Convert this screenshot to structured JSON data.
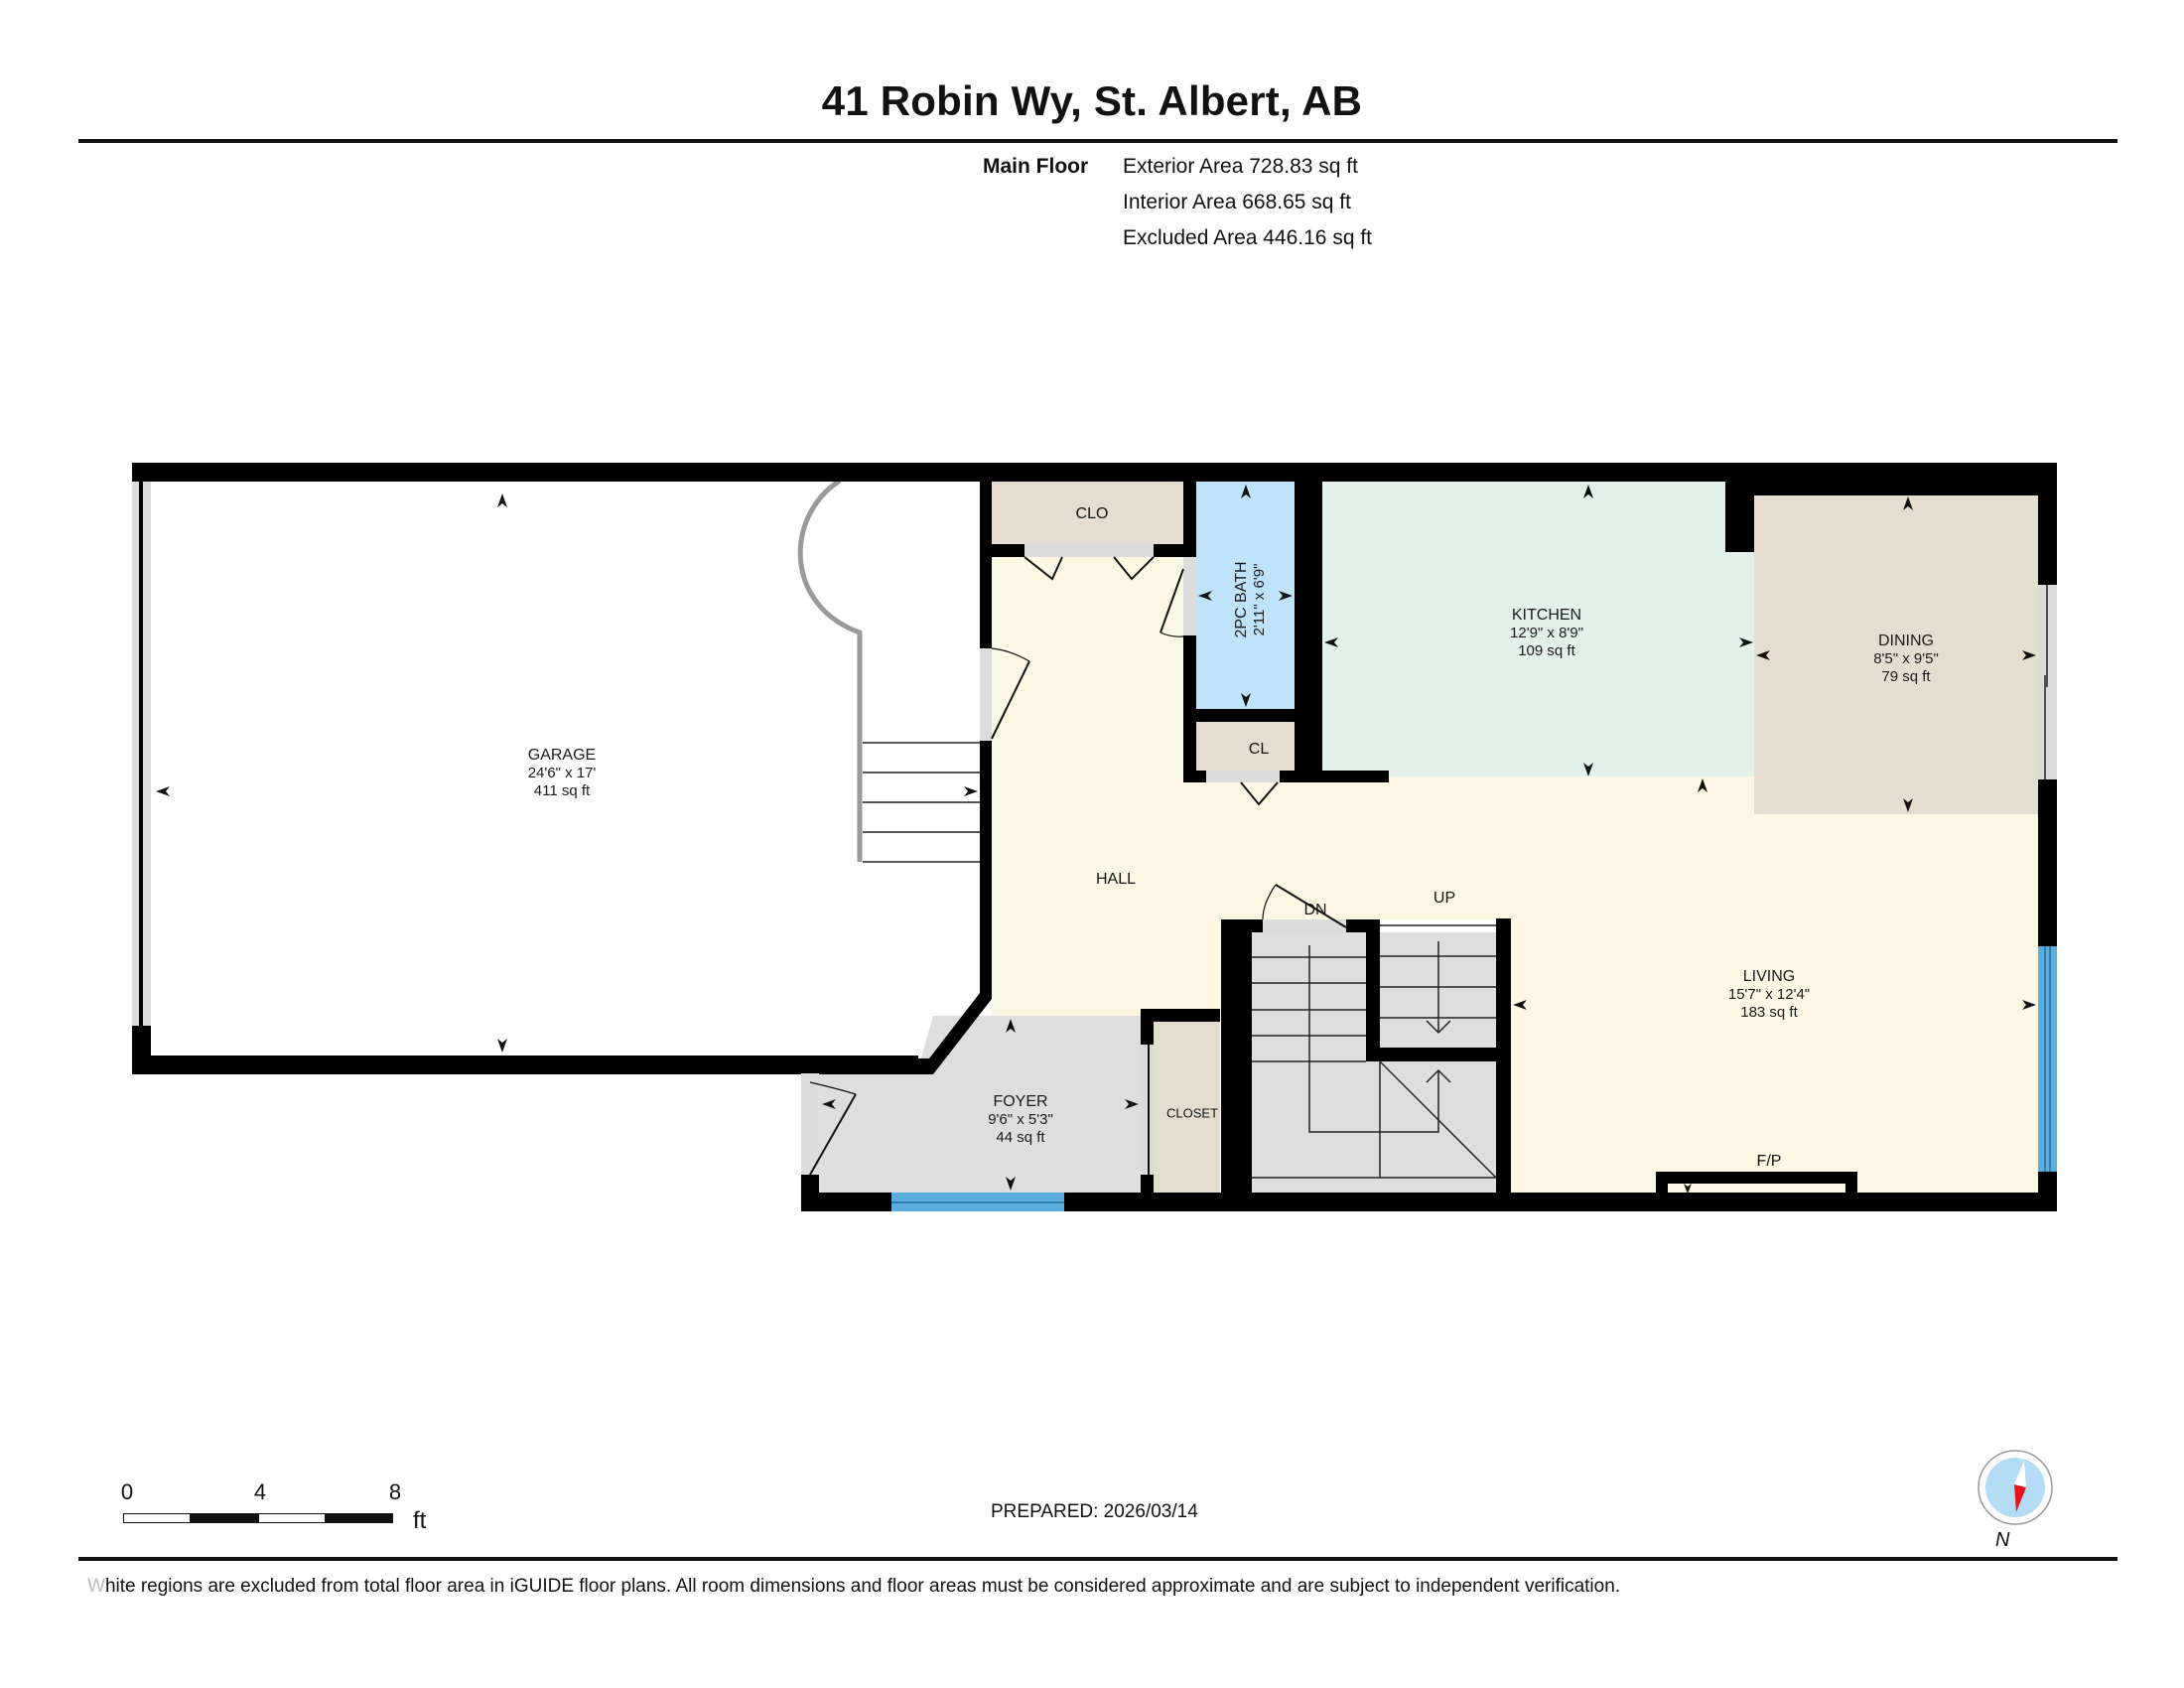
{
  "header": {
    "title": "41 Robin Wy, St. Albert, AB"
  },
  "summary": {
    "floor_name": "Main Floor",
    "areas": [
      {
        "label": "Exterior Area 728.83 sq ft"
      },
      {
        "label": "Interior Area 668.65 sq ft"
      },
      {
        "label": "Excluded Area 446.16 sq ft"
      }
    ]
  },
  "colors": {
    "wall": "#000000",
    "hall": "#fdf7e3",
    "kitchen": "#e3f1eb",
    "dining": "#e6ddd0",
    "closet": "#e6ddd0",
    "bath": "#bfe3fa",
    "foyer": "#dedede",
    "stairs": "#dedede",
    "window": "#5aaddc",
    "compass_ring": "#b4dcf5",
    "compass_needle": "#e8141c"
  },
  "rooms": {
    "garage": {
      "name": "GARAGE",
      "dims": "24'6\" x 17'",
      "area": "411 sq ft"
    },
    "kitchen": {
      "name": "KITCHEN",
      "dims": "12'9\" x 8'9\"",
      "area": "109 sq ft"
    },
    "dining": {
      "name": "DINING",
      "dims": "8'5\" x 9'5\"",
      "area": "79 sq ft"
    },
    "living": {
      "name": "LIVING",
      "dims": "15'7\" x 12'4\"",
      "area": "183 sq ft"
    },
    "foyer": {
      "name": "FOYER",
      "dims": "9'6\" x 5'3\"",
      "area": "44 sq ft"
    },
    "bath": {
      "name": "2PC BATH",
      "dims": "2'11\" x 6'9\""
    },
    "hall": {
      "name": "HALL"
    },
    "clo": {
      "name": "CLO"
    },
    "cl": {
      "name": "CL"
    },
    "closet": {
      "name": "CLOSET"
    },
    "fireplace": {
      "name": "F/P"
    },
    "stairs_down": {
      "name": "DN"
    },
    "stairs_up": {
      "name": "UP"
    }
  },
  "scale_bar": {
    "ticks": [
      "0",
      "4",
      "8"
    ],
    "unit": "ft"
  },
  "prepared": "PREPARED: 2026/03/14",
  "compass": {
    "label": "N"
  },
  "footer": {
    "first_letter": "W",
    "text": "hite regions are excluded from total floor area in iGUIDE floor plans. All room dimensions and floor areas must be considered approximate and are subject to independent verification."
  }
}
